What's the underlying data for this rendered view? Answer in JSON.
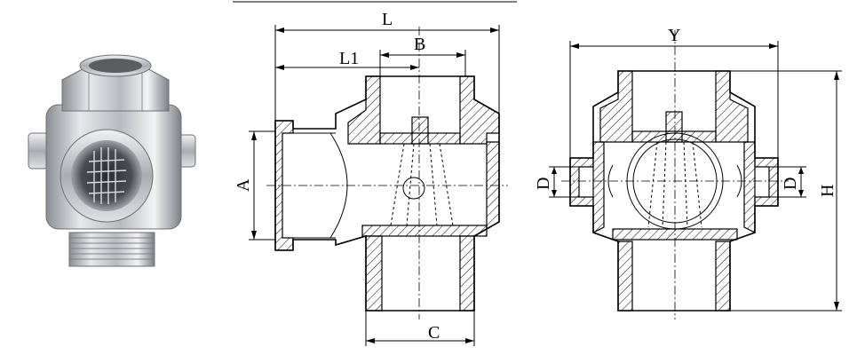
{
  "front_view_labels": {
    "L": "L",
    "L1": "L1",
    "B": "B",
    "A": "A",
    "C": "C"
  },
  "side_view_labels": {
    "Y": "Y",
    "H": "H",
    "D_left": "D",
    "D_right": "D"
  }
}
